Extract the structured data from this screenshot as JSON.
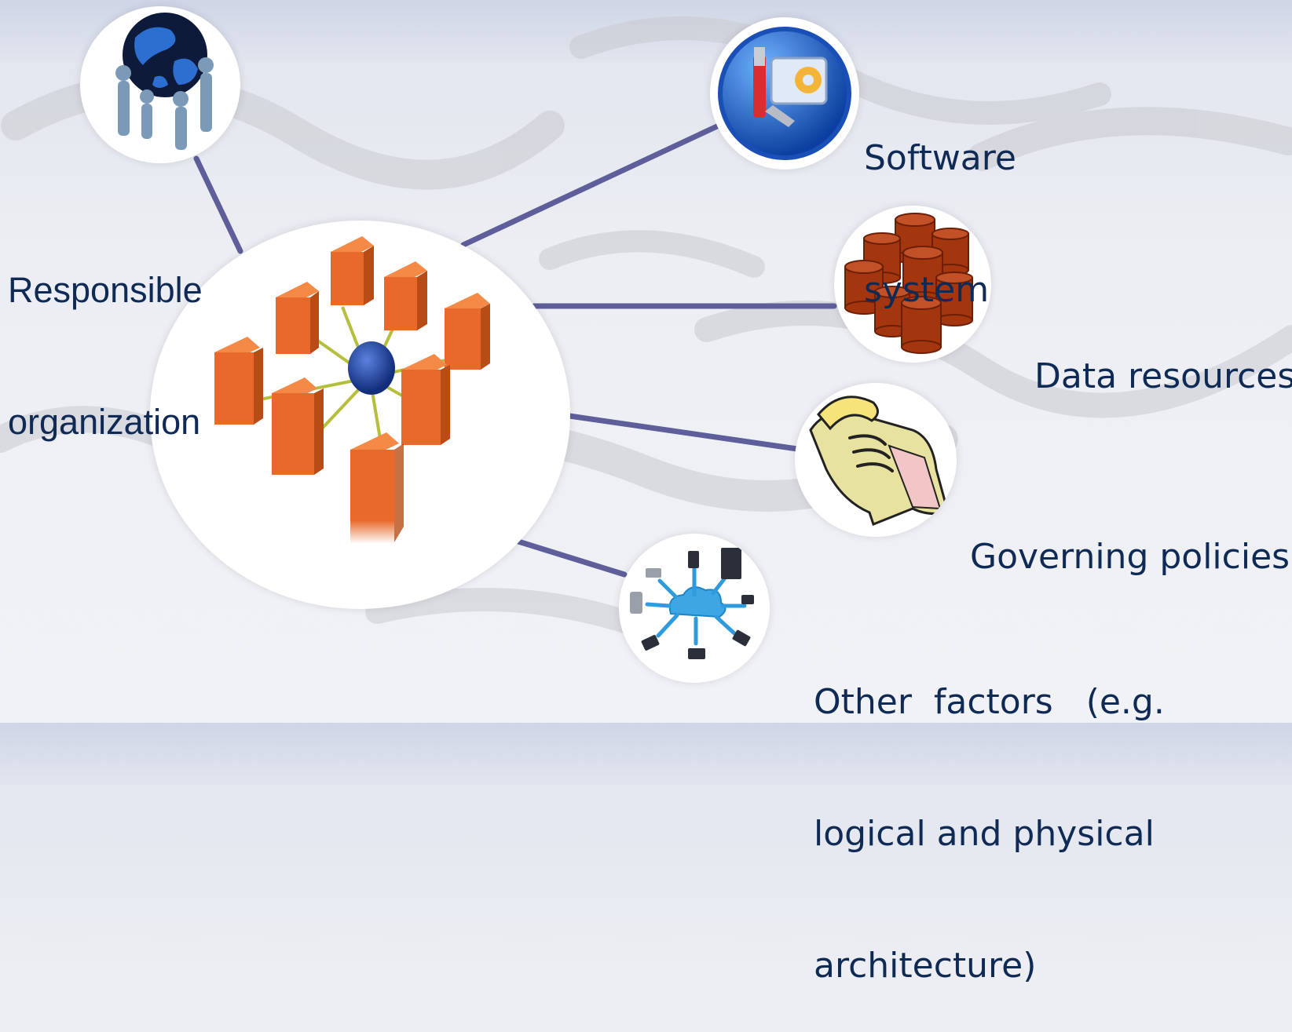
{
  "center_node": {
    "icon": "network-hub-icon"
  },
  "nodes": [
    {
      "id": "responsible",
      "icon": "globe-people-icon",
      "label_lines": [
        "Responsible",
        "organization"
      ]
    },
    {
      "id": "software",
      "icon": "software-tools-icon",
      "label_lines": [
        "Software",
        "system"
      ]
    },
    {
      "id": "data",
      "icon": "database-cylinders-icon",
      "label_lines": [
        "Data resources"
      ]
    },
    {
      "id": "policies",
      "icon": "scroll-document-icon",
      "label_lines": [
        "Governing policies"
      ]
    },
    {
      "id": "other",
      "icon": "cloud-network-icon",
      "label_lines": [
        "Other  factors   (e.g.",
        "logical and physical",
        "architecture)"
      ]
    }
  ],
  "colors": {
    "connector": "#5e5e9a",
    "label_text": "#0f2a55",
    "block_orange": "#e8692a",
    "hub_blue": "#1d3fa0"
  }
}
